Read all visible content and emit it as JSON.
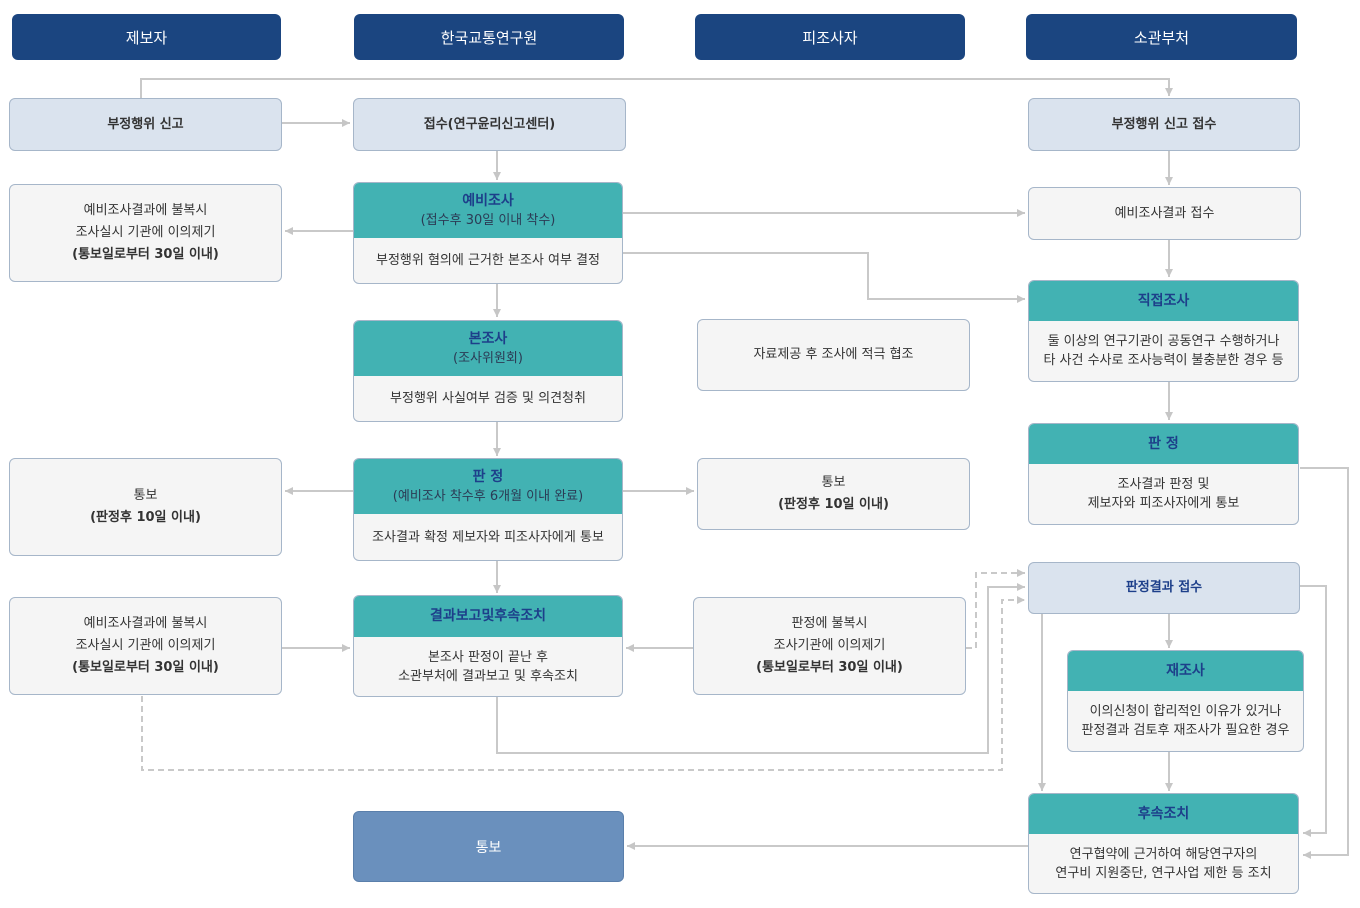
{
  "headers": [
    "제보자",
    "한국교통연구원",
    "피조사자",
    "소관부처"
  ],
  "col1": {
    "report": "부정행위 신고",
    "objection1": [
      "예비조사결과에 불복시",
      "조사실시 기관에 이의제기",
      "(통보일로부터 30일 이내)"
    ],
    "notice": [
      "통보",
      "(판정후 10일 이내)"
    ],
    "objection2": [
      "예비조사결과에 불복시",
      "조사실시 기관에 이의제기",
      "(통보일로부터 30일 이내)"
    ]
  },
  "col2": {
    "receipt": "접수(연구윤리신고센터)",
    "prelim": {
      "title": "예비조사",
      "sub": "(접수후 30일 이내 착수)",
      "body": "부정행위 혐의에 근거한 본조사 여부 결정"
    },
    "main": {
      "title": "본조사",
      "sub": "(조사위원회)",
      "body": "부정행위 사실여부 검증 및 의견청취"
    },
    "judgment": {
      "title": "판 정",
      "sub": "(예비조사 착수후 6개월 이내 완료)",
      "body": "조사결과 확정 제보자와 피조사자에게 통보"
    },
    "report": {
      "title": "결과보고및후속조치",
      "body1": "본조사 판정이 끝난 후",
      "body2": "소관부처에 결과보고 및 후속조치"
    },
    "notice": "통보"
  },
  "col3": {
    "cooperate": "자료제공 후 조사에 적극 협조",
    "notice": [
      "통보",
      "(판정후 10일 이내)"
    ],
    "objection": [
      "판정에 불복시",
      "조사기관에 이의제기",
      "(통보일로부터 30일 이내)"
    ]
  },
  "col4": {
    "receipt": "부정행위 신고 접수",
    "prelim_receipt": "예비조사결과 접수",
    "direct": {
      "title": "직접조사",
      "body1": "둘 이상의 연구기관이 공동연구 수행하거나",
      "body2": "타 사건 수사로 조사능력이 불충분한 경우 등"
    },
    "judgment": {
      "title": "판 정",
      "body1": "조사결과 판정 및",
      "body2": "제보자와 피조사자에게 통보"
    },
    "judgment_receipt": "판정결과 접수",
    "reinvestigate": {
      "title": "재조사",
      "body1": "이의신청이 합리적인 이유가 있거나",
      "body2": "판정결과 검토후 재조사가 필요한 경우"
    },
    "followup": {
      "title": "후속조치",
      "body1": "연구협약에 근거하여 해당연구자의",
      "body2": "연구비 지원중단, 연구사업 제한 등 조치"
    }
  },
  "colors": {
    "header": "#1b4580",
    "teal": "#42b2b3",
    "title_text": "#1d3f8a",
    "light_blue": "#dae3ee",
    "dark_box": "#6a90bd",
    "line": "#bfbfbf"
  }
}
